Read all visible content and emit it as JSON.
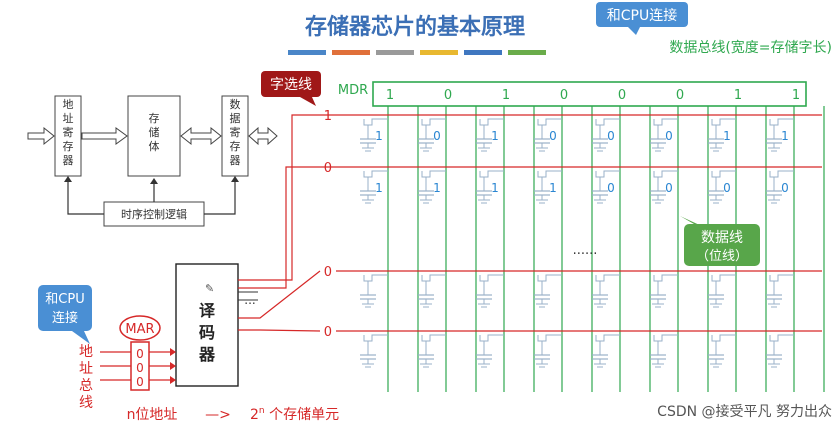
{
  "title": "存储器芯片的基本原理",
  "title_stripe_colors": [
    "#4a86c8",
    "#e0703a",
    "#9a9a9a",
    "#e8b830",
    "#3f77c0",
    "#6aac4a"
  ],
  "colors": {
    "red": "#d62828",
    "green": "#2fa84f",
    "blue_cell": "#2a86d2",
    "callout_blue": "#4a8fd4",
    "callout_dark_red": "#a01818",
    "callout_green": "#58a64a",
    "cell_gray": "#9ab0c8"
  },
  "callouts": {
    "cpu_top": "和CPU连接",
    "word_line": "字选线",
    "data_line_1": "数据线",
    "data_line_2": "（位线）",
    "cpu_left_1": "和CPU",
    "cpu_left_2": "连接"
  },
  "data_bus_label": "数据总线(宽度=存储字长)",
  "mdr": {
    "label": "MDR",
    "bits": [
      "1",
      "0",
      "1",
      "0",
      "0",
      "0",
      "1",
      "1"
    ]
  },
  "rows": [
    {
      "word_line_value": "1",
      "cells": [
        "1",
        "0",
        "1",
        "0",
        "0",
        "0",
        "1",
        "1"
      ]
    },
    {
      "word_line_value": "0",
      "cells": [
        "1",
        "1",
        "1",
        "1",
        "0",
        "0",
        "0",
        "0"
      ]
    },
    {
      "word_line_value": "0",
      "cells": []
    },
    {
      "word_line_value": "0",
      "cells": []
    }
  ],
  "ellipsis": "......",
  "decoder_ellipsis": "...",
  "block_diagram": {
    "address_register": "地址寄存器",
    "memory_body": "存储体",
    "data_register": "数据寄存器",
    "timing_logic": "时序控制逻辑"
  },
  "decoder": {
    "label_1": "译",
    "label_2": "码",
    "label_3": "器"
  },
  "mar": {
    "label": "MAR",
    "bits": [
      "0",
      "0",
      "0"
    ]
  },
  "address_bus_label": [
    "地",
    "址",
    "总",
    "线"
  ],
  "bottom_note": {
    "left": "n位地址",
    "arrow": "—>",
    "right_base": "2",
    "right_sup": "n",
    "right_rest": " 个存储单元"
  },
  "watermark": "CSDN @接受平凡 努力出众"
}
